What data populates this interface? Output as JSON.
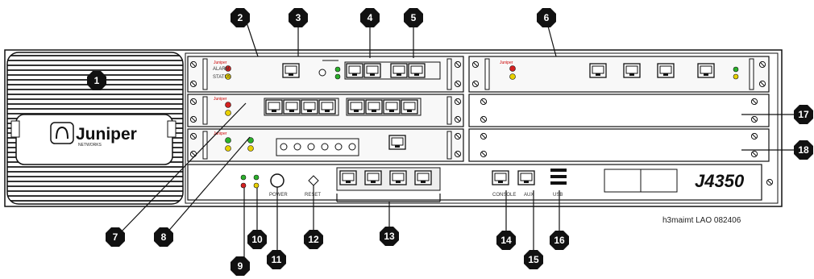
{
  "brand": {
    "name": "Juniper",
    "sub": "NETWORKS"
  },
  "model": "J4350",
  "caption": "h3maimt LAO 082406",
  "pim_brand": "Juniper",
  "callouts": [
    "1",
    "2",
    "3",
    "4",
    "5",
    "6",
    "7",
    "8",
    "9",
    "10",
    "11",
    "12",
    "13",
    "14",
    "15",
    "16",
    "17",
    "18"
  ],
  "port_labels": {
    "power": "POWER",
    "reset": "RESET",
    "console": "CONSOLE",
    "aux": "AUX",
    "usb": "USB",
    "status": "ST"
  },
  "led_labels": {
    "alarm": "ALARM",
    "status": "STATUS"
  },
  "colors": {
    "led_red": "#d42020",
    "led_green": "#2bb02b",
    "led_yellow": "#e8d000",
    "callout": "#111111"
  }
}
